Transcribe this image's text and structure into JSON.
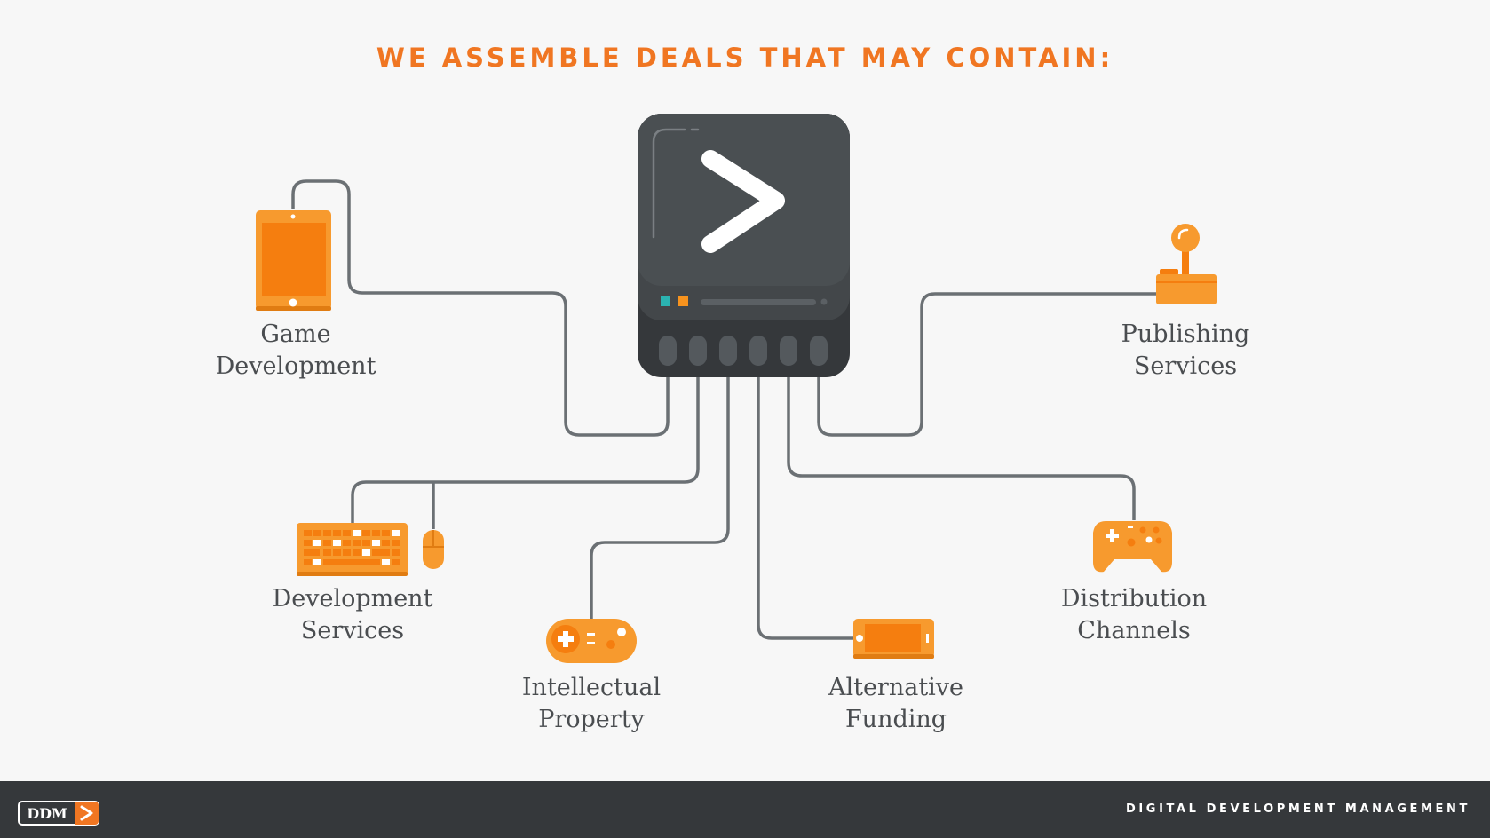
{
  "header": {
    "title": "WE ASSEMBLE DEALS THAT MAY CONTAIN:"
  },
  "colors": {
    "accent": "#f07622",
    "icon_orange": "#f79a2e",
    "dark": "#35383b",
    "hub": "#4a4f52",
    "wire": "#6b7074"
  },
  "hub": {
    "icon": "play-chevron-icon"
  },
  "items": [
    {
      "id": "game-development",
      "icon": "tablet-icon",
      "line1": "Game",
      "line2": "Development"
    },
    {
      "id": "development-services",
      "icon": "keyboard-mouse-icon",
      "line1": "Development",
      "line2": "Services"
    },
    {
      "id": "intellectual-property",
      "icon": "gamepad-icon",
      "line1": "Intellectual",
      "line2": "Property"
    },
    {
      "id": "alternative-funding",
      "icon": "handheld-console-icon",
      "line1": "Alternative",
      "line2": "Funding"
    },
    {
      "id": "distribution-channels",
      "icon": "controller-icon",
      "line1": "Distribution",
      "line2": "Channels"
    },
    {
      "id": "publishing-services",
      "icon": "joystick-icon",
      "line1": "Publishing",
      "line2": "Services"
    }
  ],
  "footer": {
    "logo_text": "DDM",
    "company": "DIGITAL DEVELOPMENT MANAGEMENT"
  }
}
